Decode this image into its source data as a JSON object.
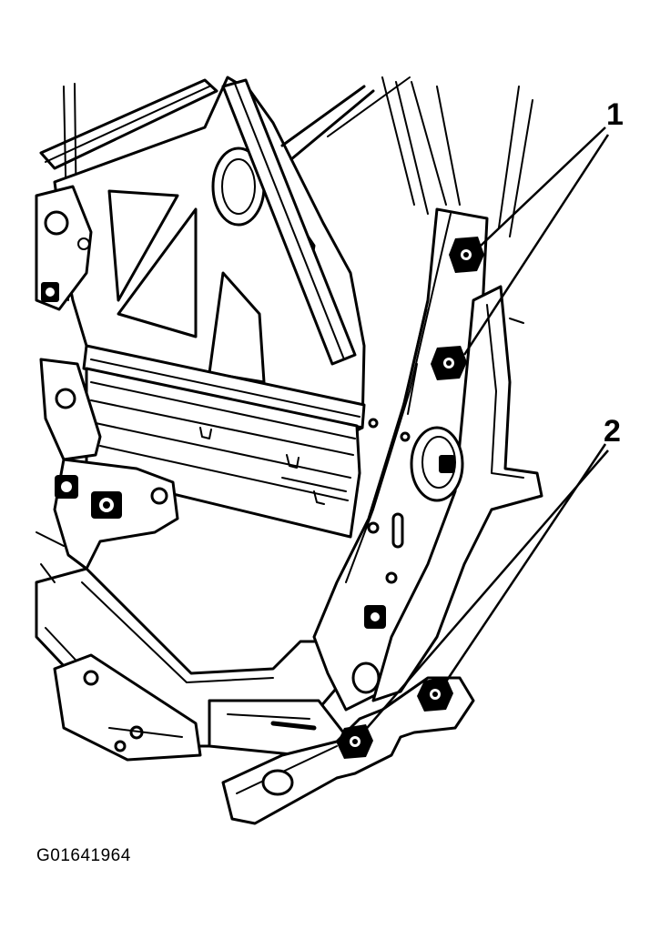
{
  "figure": {
    "callouts": [
      {
        "number": "1"
      },
      {
        "number": "2"
      }
    ],
    "figure_id": "G01641964"
  }
}
